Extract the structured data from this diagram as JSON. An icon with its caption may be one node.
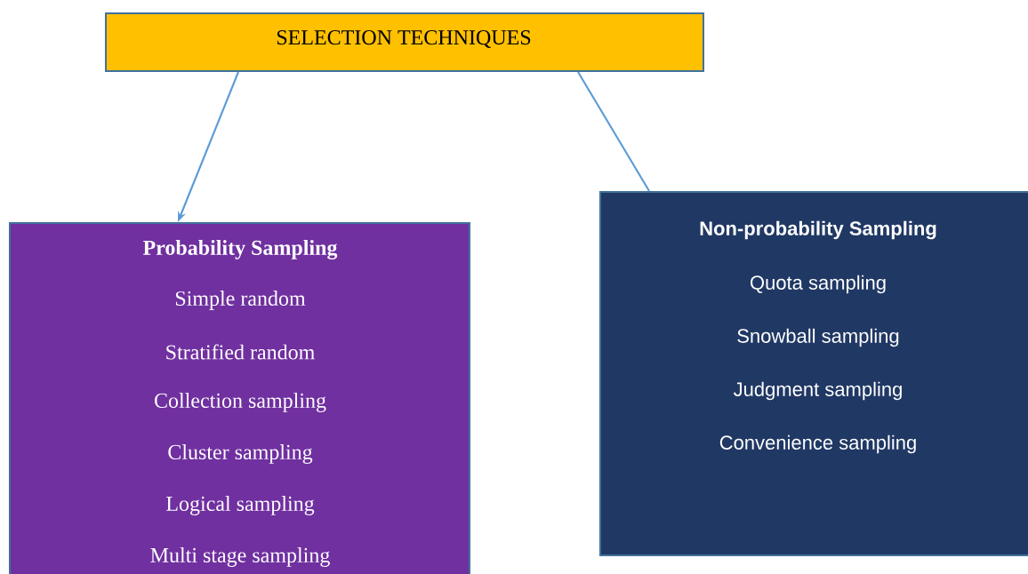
{
  "diagram": {
    "nodes": [
      {
        "text": [
          "SELECTION TECHNIQUES"
        ]
      },
      {
        "text": [
          "Probability Sampling",
          "Simple random",
          "Stratified random",
          "Collection sampling",
          "Cluster sampling",
          "Logical sampling",
          "Multi stage sampling"
        ]
      },
      {
        "text": [
          "Non-probability Sampling",
          "Quota sampling",
          "Snowball sampling",
          "Judgment sampling",
          "Convenience sampling"
        ]
      }
    ],
    "edges": [
      {
        "from": 0,
        "to": 1,
        "arrow": "to"
      },
      {
        "from": 0,
        "to": 2,
        "arrow": "none"
      }
    ]
  }
}
